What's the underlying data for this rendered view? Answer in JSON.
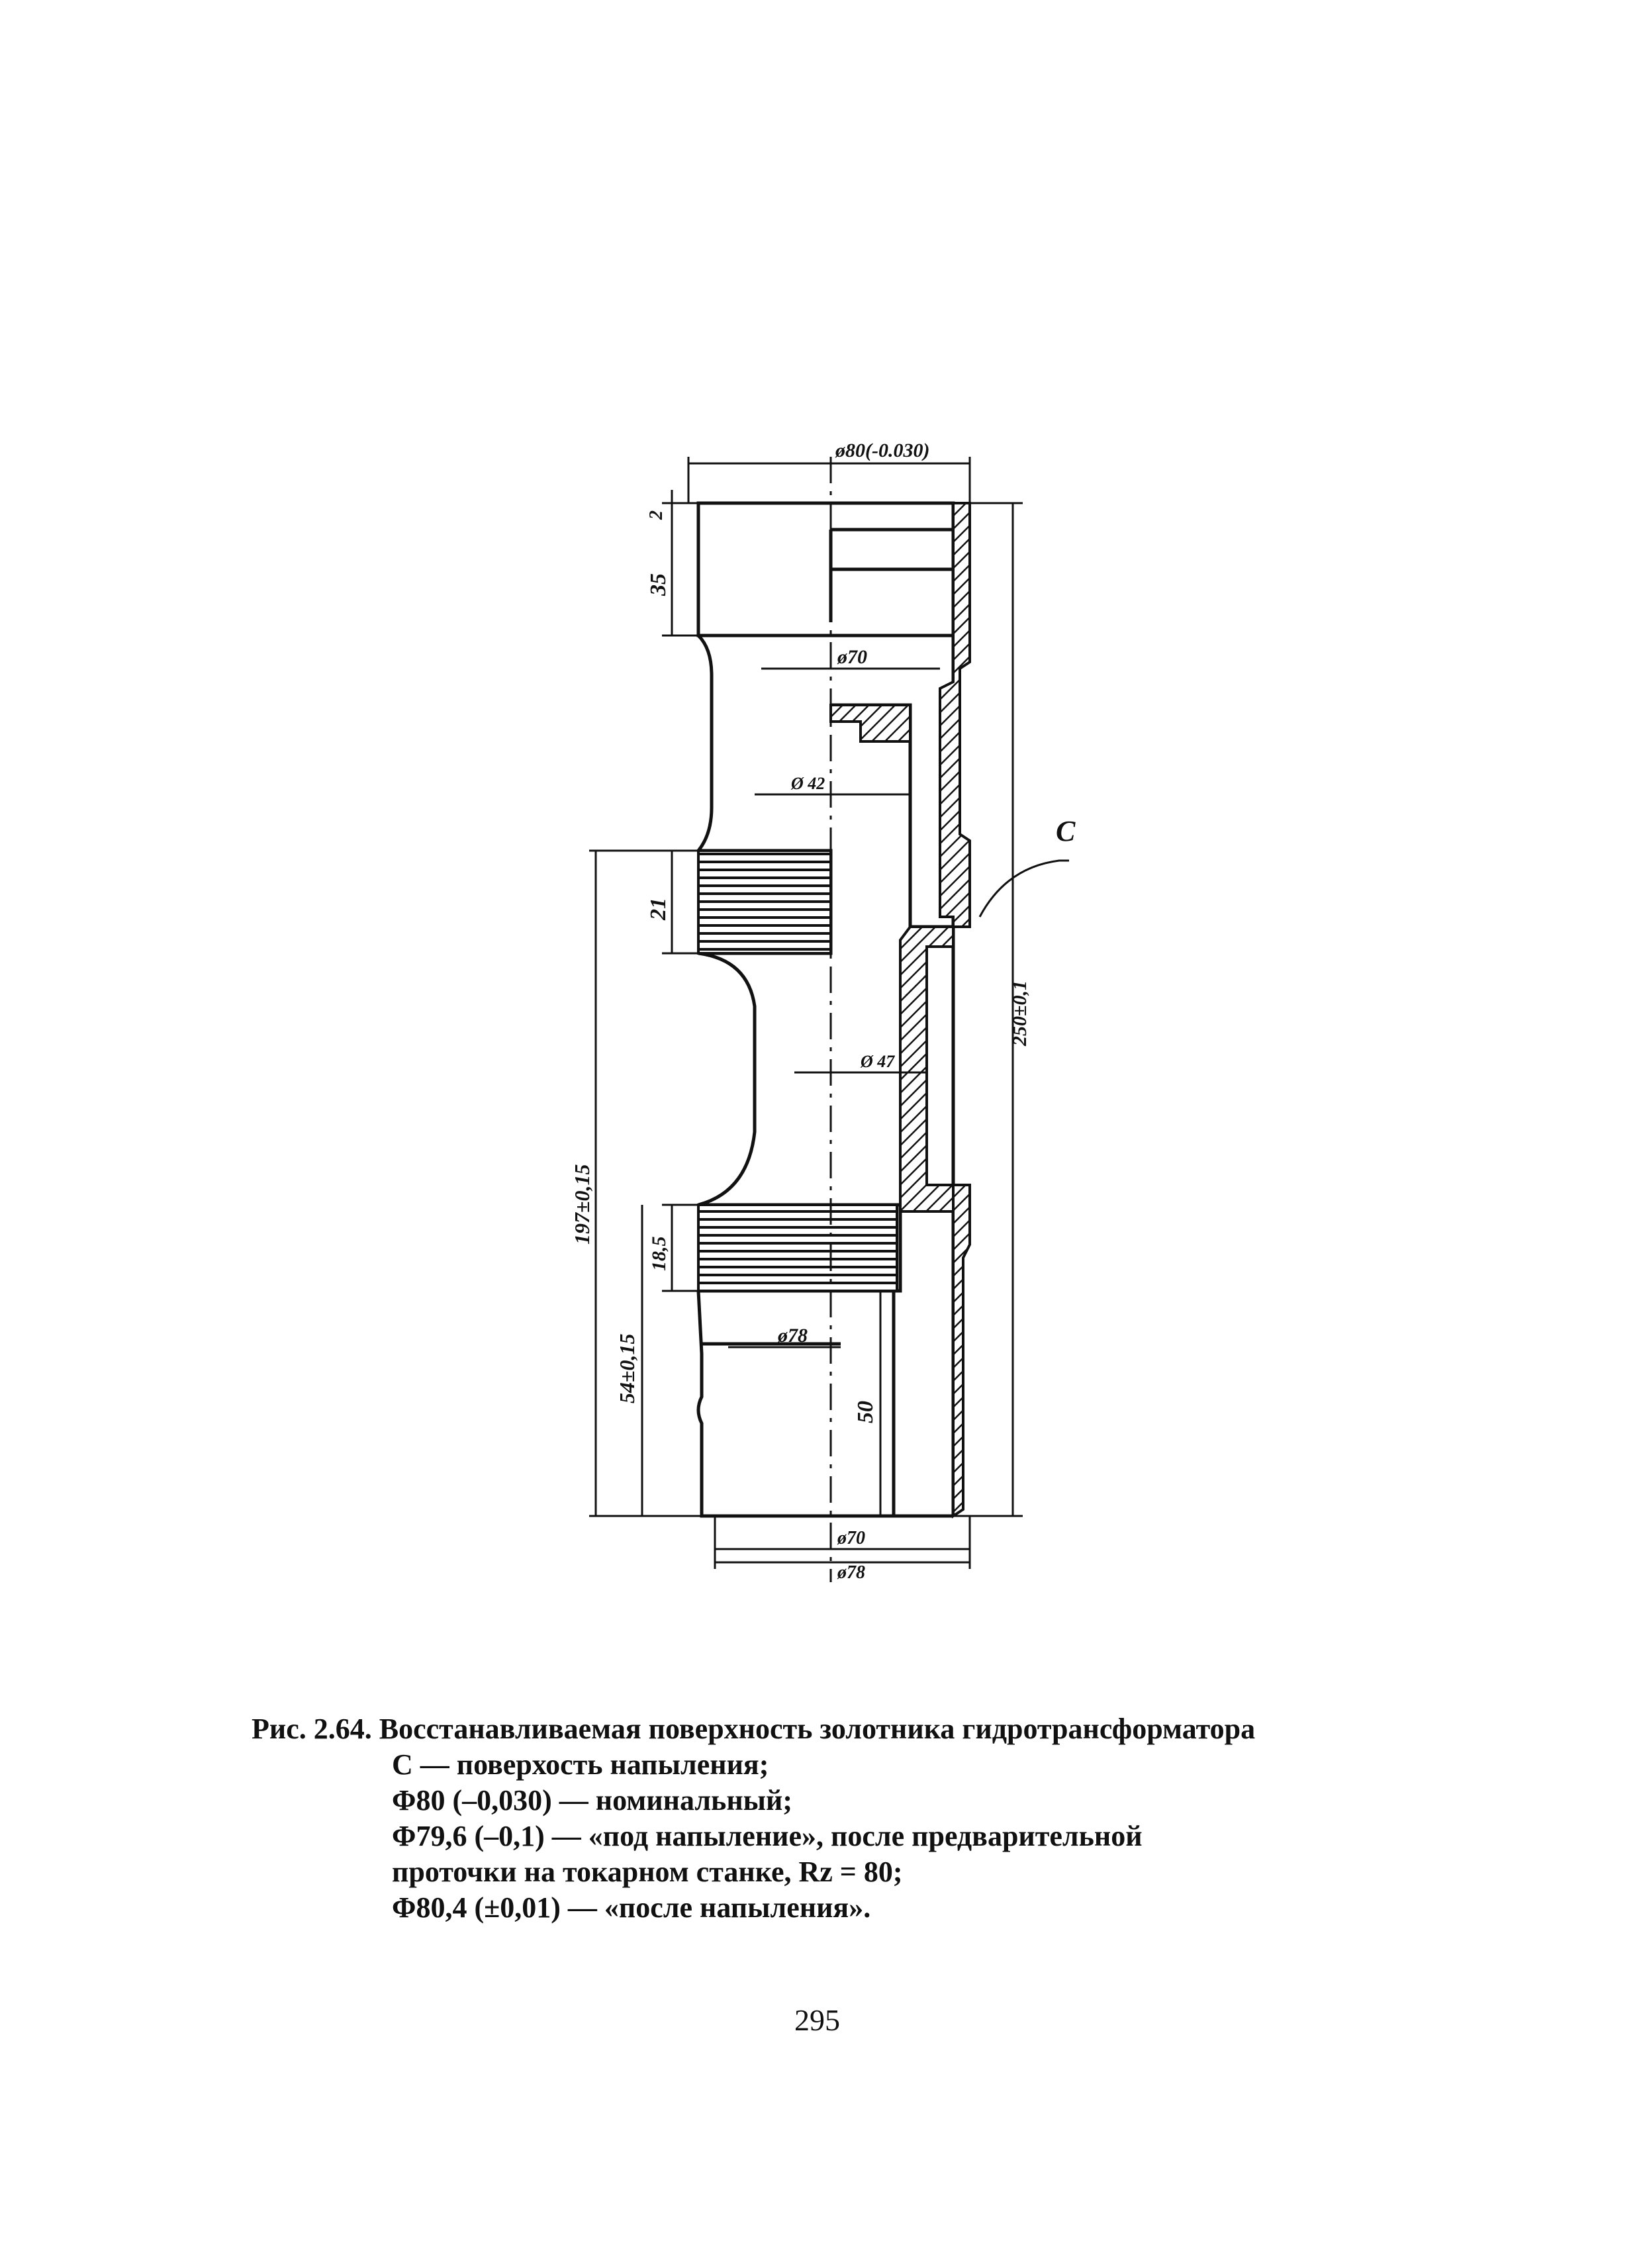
{
  "drawing": {
    "dims": {
      "top_diameter": "ø80(-0.030)",
      "d_70": "ø70",
      "d_42": "Ø 42",
      "d_47": "Ø 47",
      "d_78": "ø78",
      "d_70_bottom": "ø70",
      "d_78_bottom": "ø78",
      "gap_2": "2",
      "len_35": "35",
      "len_21": "21",
      "len_18": "18,5",
      "len_197": "197±0,15",
      "len_54": "54±0,15",
      "len_50": "50",
      "len_250": "250±0,1",
      "label_c": "C"
    }
  },
  "caption": {
    "lines": [
      "Рис. 2.64. Восстанавливаемая поверхность золотника гидротрансформатора",
      "С — поверхость напыления;",
      "Φ80 (–0,030) — номинальный;",
      "Φ79,6 (–0,1) — «под напыление», после предварительной",
      "проточки на токарном станке, Rz = 80;",
      "Φ80,4 (±0,01) — «после напыления»."
    ]
  },
  "page_number": "295"
}
